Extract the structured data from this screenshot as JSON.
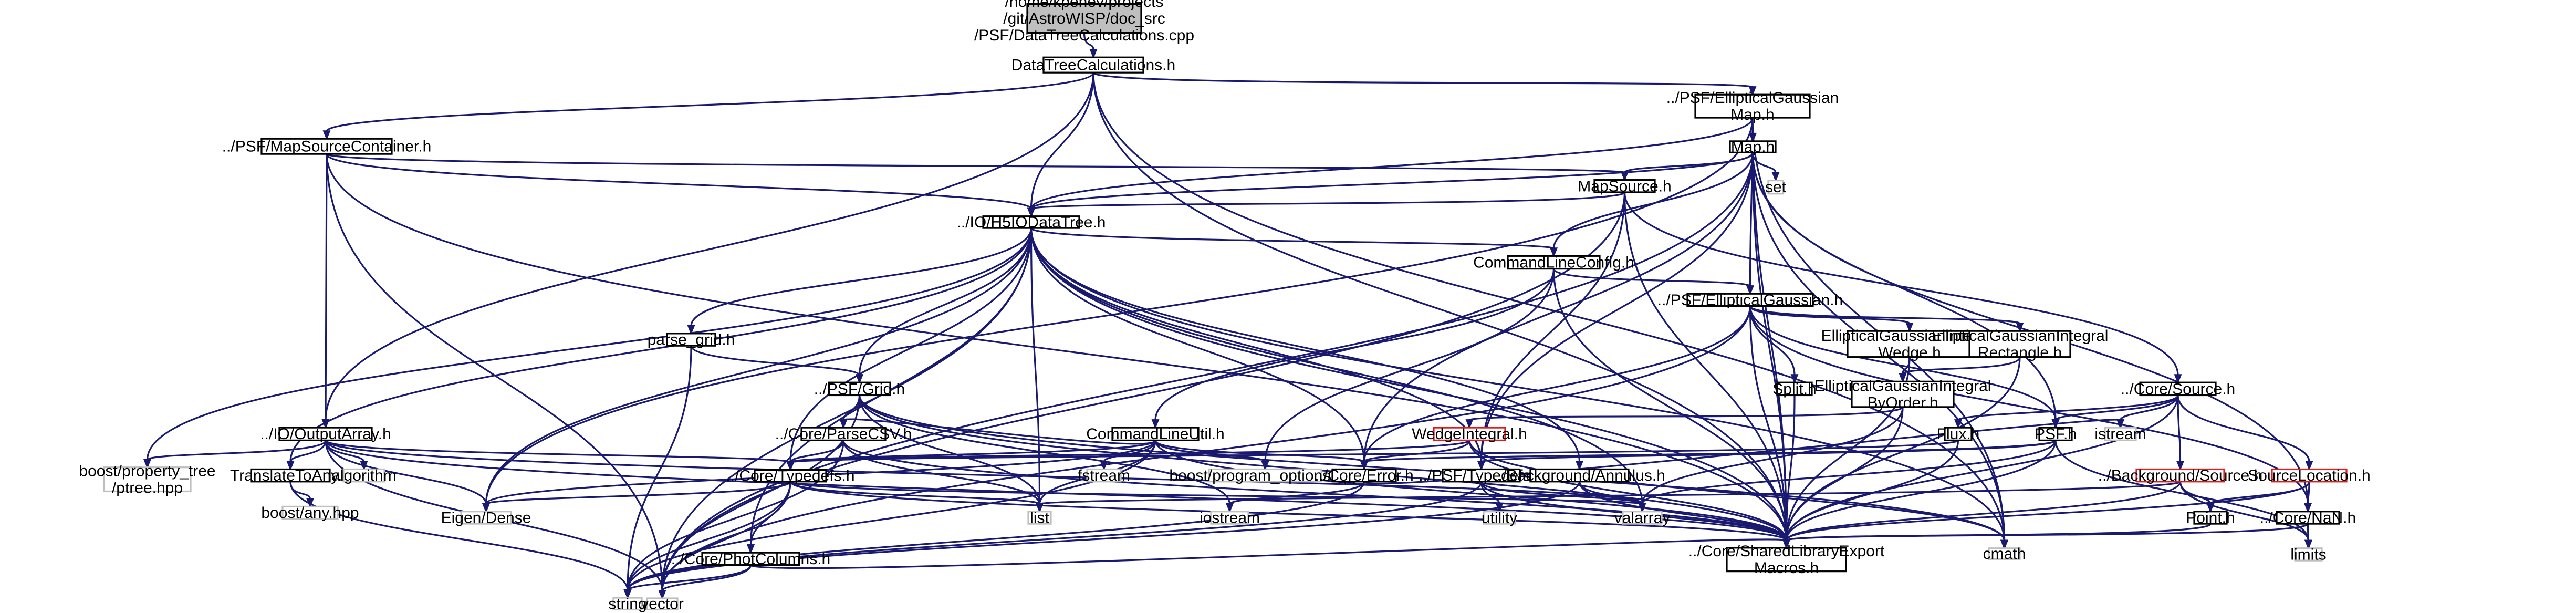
{
  "nodes": [
    {
      "id": "root",
      "lines": [
        "/home/kpenev/projects",
        "/git/AstroWISP/doc_src",
        "/PSF/DataTreeCalculations.cpp"
      ],
      "kind": "root"
    },
    {
      "id": "dtc",
      "lines": [
        "DataTreeCalculations.h"
      ]
    },
    {
      "id": "psfmsc",
      "lines": [
        "../PSF/MapSourceContainer.h"
      ]
    },
    {
      "id": "psfegmap",
      "lines": [
        "../PSF/EllipticalGaussian",
        "Map.h"
      ]
    },
    {
      "id": "maph",
      "lines": [
        "Map.h"
      ]
    },
    {
      "id": "set",
      "lines": [
        "set"
      ],
      "kind": "ext"
    },
    {
      "id": "mapsource",
      "lines": [
        "MapSource.h"
      ]
    },
    {
      "id": "hdt",
      "lines": [
        "../IO/H5IODataTree.h"
      ]
    },
    {
      "id": "clc",
      "lines": [
        "CommandLineConfig.h"
      ]
    },
    {
      "id": "psfeg",
      "lines": [
        "../PSF/EllipticalGaussian.h"
      ]
    },
    {
      "id": "egiw",
      "lines": [
        "EllipticalGaussianIntegral",
        "Wedge.h"
      ]
    },
    {
      "id": "egir",
      "lines": [
        "EllipticalGaussianIntegral",
        "Rectangle.h"
      ]
    },
    {
      "id": "egibo",
      "lines": [
        "EllipticalGaussianIntegral",
        "ByOrder.h"
      ]
    },
    {
      "id": "parsegrid",
      "lines": [
        "parse_grid.h"
      ]
    },
    {
      "id": "split",
      "lines": [
        "Split.h"
      ]
    },
    {
      "id": "coresource",
      "lines": [
        "../Core/Source.h"
      ]
    },
    {
      "id": "psfgrid",
      "lines": [
        "../PSF/Grid.h"
      ]
    },
    {
      "id": "wedge",
      "lines": [
        "WedgeIntegral.h"
      ],
      "kind": "warn"
    },
    {
      "id": "flux",
      "lines": [
        "Flux.h"
      ]
    },
    {
      "id": "psfh",
      "lines": [
        "PSF.h"
      ]
    },
    {
      "id": "istream",
      "lines": [
        "istream"
      ],
      "kind": "ext"
    },
    {
      "id": "clu",
      "lines": [
        "CommandLineUtil.h"
      ]
    },
    {
      "id": "coreparse",
      "lines": [
        "../Core/ParseCSV.h"
      ]
    },
    {
      "id": "ioout",
      "lines": [
        "../IO/OutputArray.h"
      ]
    },
    {
      "id": "bgsource",
      "lines": [
        "../Background/Source.h"
      ],
      "kind": "warn"
    },
    {
      "id": "srcloc",
      "lines": [
        "SourceLocation.h"
      ],
      "kind": "warn"
    },
    {
      "id": "ptree",
      "lines": [
        "boost/property_tree",
        "/ptree.hpp"
      ],
      "kind": "ext"
    },
    {
      "id": "tta",
      "lines": [
        "TranslateToAny.h"
      ]
    },
    {
      "id": "algorithm",
      "lines": [
        "algorithm"
      ],
      "kind": "ext"
    },
    {
      "id": "fstream",
      "lines": [
        "fstream"
      ],
      "kind": "ext"
    },
    {
      "id": "bpo",
      "lines": [
        "boost/program_options.hpp"
      ],
      "kind": "ext"
    },
    {
      "id": "coreerror",
      "lines": [
        "../Core/Error.h"
      ]
    },
    {
      "id": "psftd",
      "lines": [
        "../PSF/Typedefs.h"
      ]
    },
    {
      "id": "bgann",
      "lines": [
        "../Background/Annulus.h"
      ]
    },
    {
      "id": "coretd",
      "lines": [
        "../Core/Typedefs.h"
      ]
    },
    {
      "id": "boostany",
      "lines": [
        "boost/any.hpp"
      ],
      "kind": "ext"
    },
    {
      "id": "eigen",
      "lines": [
        "Eigen/Dense"
      ],
      "kind": "ext"
    },
    {
      "id": "list",
      "lines": [
        "list"
      ],
      "kind": "ext"
    },
    {
      "id": "iostream2",
      "lines": [
        "iostream"
      ],
      "kind": "ext"
    },
    {
      "id": "utility",
      "lines": [
        "utility"
      ],
      "kind": "ext"
    },
    {
      "id": "valarray",
      "lines": [
        "valarray"
      ],
      "kind": "ext"
    },
    {
      "id": "point",
      "lines": [
        "Point.h"
      ]
    },
    {
      "id": "corenan",
      "lines": [
        "../Core/NaN.h"
      ]
    },
    {
      "id": "corephot",
      "lines": [
        "../Core/PhotColumns.h"
      ]
    },
    {
      "id": "vector",
      "lines": [
        "vector"
      ],
      "kind": "ext"
    },
    {
      "id": "string",
      "lines": [
        "string"
      ],
      "kind": "ext"
    },
    {
      "id": "shlib",
      "lines": [
        "../Core/SharedLibraryExport",
        "Macros.h"
      ]
    },
    {
      "id": "cmath",
      "lines": [
        "cmath"
      ],
      "kind": "ext"
    },
    {
      "id": "limits",
      "lines": [
        "limits"
      ],
      "kind": "ext"
    }
  ],
  "edges": [
    [
      "root",
      "dtc"
    ],
    [
      "dtc",
      "psfmsc"
    ],
    [
      "dtc",
      "psfegmap"
    ],
    [
      "dtc",
      "hdt"
    ],
    [
      "dtc",
      "ioout"
    ],
    [
      "dtc",
      "shlib"
    ],
    [
      "dtc",
      "cmath"
    ],
    [
      "psfmsc",
      "mapsource"
    ],
    [
      "psfmsc",
      "hdt"
    ],
    [
      "psfmsc",
      "ioout"
    ],
    [
      "psfmsc",
      "vector"
    ],
    [
      "psfmsc",
      "shlib"
    ],
    [
      "psfegmap",
      "maph"
    ],
    [
      "psfegmap",
      "psfeg"
    ],
    [
      "psfegmap",
      "hdt"
    ],
    [
      "psfegmap",
      "eigen"
    ],
    [
      "psfegmap",
      "shlib"
    ],
    [
      "psfegmap",
      "cmath"
    ],
    [
      "maph",
      "set"
    ],
    [
      "maph",
      "mapsource"
    ],
    [
      "maph",
      "hdt"
    ],
    [
      "maph",
      "clc"
    ],
    [
      "maph",
      "psfh"
    ],
    [
      "maph",
      "coreerror"
    ],
    [
      "maph",
      "vector"
    ],
    [
      "maph",
      "corenan"
    ],
    [
      "maph",
      "shlib"
    ],
    [
      "maph",
      "cmath"
    ],
    [
      "maph",
      "psftd"
    ],
    [
      "mapsource",
      "hdt"
    ],
    [
      "mapsource",
      "coresource"
    ],
    [
      "mapsource",
      "shlib"
    ],
    [
      "mapsource",
      "psftd"
    ],
    [
      "mapsource",
      "vector"
    ],
    [
      "hdt",
      "clc"
    ],
    [
      "hdt",
      "parsegrid"
    ],
    [
      "hdt",
      "psfgrid"
    ],
    [
      "hdt",
      "ptree"
    ],
    [
      "hdt",
      "tta"
    ],
    [
      "hdt",
      "eigen"
    ],
    [
      "hdt",
      "list"
    ],
    [
      "hdt",
      "coreerror"
    ],
    [
      "hdt",
      "psftd"
    ],
    [
      "hdt",
      "bgann"
    ],
    [
      "hdt",
      "coretd"
    ],
    [
      "hdt",
      "valarray"
    ],
    [
      "hdt",
      "vector"
    ],
    [
      "hdt",
      "corephot"
    ],
    [
      "hdt",
      "shlib"
    ],
    [
      "hdt",
      "cmath"
    ],
    [
      "clc",
      "clu"
    ],
    [
      "clc",
      "psfeg"
    ],
    [
      "clc",
      "bpo"
    ],
    [
      "clc",
      "shlib"
    ],
    [
      "psfeg",
      "egiw"
    ],
    [
      "psfeg",
      "egir"
    ],
    [
      "psfeg",
      "psfh"
    ],
    [
      "psfeg",
      "split"
    ],
    [
      "psfeg",
      "coreerror"
    ],
    [
      "psfeg",
      "corenan"
    ],
    [
      "psfeg",
      "vector"
    ],
    [
      "psfeg",
      "shlib"
    ],
    [
      "egiw",
      "egibo"
    ],
    [
      "egiw",
      "shlib"
    ],
    [
      "egir",
      "egibo"
    ],
    [
      "egir",
      "shlib"
    ],
    [
      "egibo",
      "wedge"
    ],
    [
      "egibo",
      "valarray"
    ],
    [
      "egibo",
      "shlib"
    ],
    [
      "parsegrid",
      "psfgrid"
    ],
    [
      "parsegrid",
      "string"
    ],
    [
      "split",
      "shlib"
    ],
    [
      "coresource",
      "flux"
    ],
    [
      "coresource",
      "psfh"
    ],
    [
      "coresource",
      "istream"
    ],
    [
      "coresource",
      "bgsource"
    ],
    [
      "coresource",
      "srcloc"
    ],
    [
      "coresource",
      "shlib"
    ],
    [
      "psfgrid",
      "coreparse"
    ],
    [
      "psfgrid",
      "vector"
    ],
    [
      "psfgrid",
      "list"
    ],
    [
      "psfgrid",
      "iostream2"
    ],
    [
      "psfgrid",
      "shlib"
    ],
    [
      "psfgrid",
      "cmath"
    ],
    [
      "wedge",
      "coreerror"
    ],
    [
      "wedge",
      "coretd"
    ],
    [
      "wedge",
      "shlib"
    ],
    [
      "wedge",
      "cmath"
    ],
    [
      "flux",
      "coretd"
    ],
    [
      "flux",
      "shlib"
    ],
    [
      "psfh",
      "psftd"
    ],
    [
      "psfh",
      "coreerror"
    ],
    [
      "psfh",
      "valarray"
    ],
    [
      "psfh",
      "shlib"
    ],
    [
      "psfh",
      "limits"
    ],
    [
      "clu",
      "coreerror"
    ],
    [
      "clu",
      "coreparse"
    ],
    [
      "clu",
      "fstream"
    ],
    [
      "clu",
      "bpo"
    ],
    [
      "clu",
      "coretd"
    ],
    [
      "clu",
      "list"
    ],
    [
      "clu",
      "string"
    ],
    [
      "clu",
      "eigen"
    ],
    [
      "clu",
      "shlib"
    ],
    [
      "coreparse",
      "coretd"
    ],
    [
      "coreparse",
      "list"
    ],
    [
      "coreparse",
      "string"
    ],
    [
      "coreparse",
      "shlib"
    ],
    [
      "ioout",
      "ptree"
    ],
    [
      "ioout",
      "tta"
    ],
    [
      "ioout",
      "algorithm"
    ],
    [
      "ioout",
      "eigen"
    ],
    [
      "ioout",
      "coretd"
    ],
    [
      "ioout",
      "vector"
    ],
    [
      "ioout",
      "shlib"
    ],
    [
      "ioout",
      "valarray"
    ],
    [
      "bgsource",
      "point"
    ],
    [
      "bgsource",
      "limits"
    ],
    [
      "bgsource",
      "shlib"
    ],
    [
      "bgsource",
      "list"
    ],
    [
      "srcloc",
      "point"
    ],
    [
      "srcloc",
      "corenan"
    ],
    [
      "srcloc",
      "shlib"
    ],
    [
      "tta",
      "boostany"
    ],
    [
      "tta",
      "string"
    ],
    [
      "coreerror",
      "iostream2"
    ],
    [
      "coreerror",
      "istream"
    ],
    [
      "coreerror",
      "string"
    ],
    [
      "psftd",
      "utility"
    ],
    [
      "psftd",
      "valarray"
    ],
    [
      "psftd",
      "string"
    ],
    [
      "psftd",
      "shlib"
    ],
    [
      "bgann",
      "valarray"
    ],
    [
      "bgann",
      "string"
    ],
    [
      "bgann",
      "shlib"
    ],
    [
      "coretd",
      "eigen"
    ],
    [
      "coretd",
      "list"
    ],
    [
      "coretd",
      "valarray"
    ],
    [
      "coretd",
      "corephot"
    ],
    [
      "coretd",
      "vector"
    ],
    [
      "coretd",
      "string"
    ],
    [
      "coretd",
      "shlib"
    ],
    [
      "point",
      "shlib"
    ],
    [
      "corenan",
      "limits"
    ],
    [
      "corenan",
      "shlib"
    ],
    [
      "corephot",
      "string"
    ],
    [
      "corephot",
      "vector"
    ],
    [
      "corephot",
      "shlib"
    ]
  ]
}
